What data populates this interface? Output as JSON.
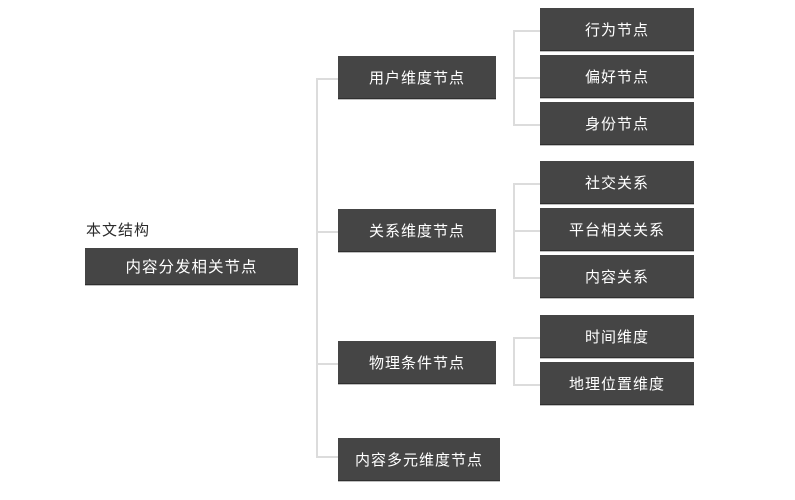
{
  "diagram": {
    "title_label": "本文结构",
    "root": {
      "label": "内容分发相关节点"
    },
    "branches": [
      {
        "label": "用户维度节点",
        "children": [
          {
            "label": "行为节点"
          },
          {
            "label": "偏好节点"
          },
          {
            "label": "身份节点"
          }
        ]
      },
      {
        "label": "关系维度节点",
        "children": [
          {
            "label": "社交关系"
          },
          {
            "label": "平台相关关系"
          },
          {
            "label": "内容关系"
          }
        ]
      },
      {
        "label": "物理条件节点",
        "children": [
          {
            "label": "时间维度"
          },
          {
            "label": "地理位置维度"
          }
        ]
      },
      {
        "label": "内容多元维度节点",
        "children": []
      }
    ],
    "colors": {
      "node_fill": "#454545",
      "node_text": "#ffffff",
      "connector": "#dcdcdc",
      "background": "#ffffff",
      "title_text": "#2b2b2b"
    }
  }
}
